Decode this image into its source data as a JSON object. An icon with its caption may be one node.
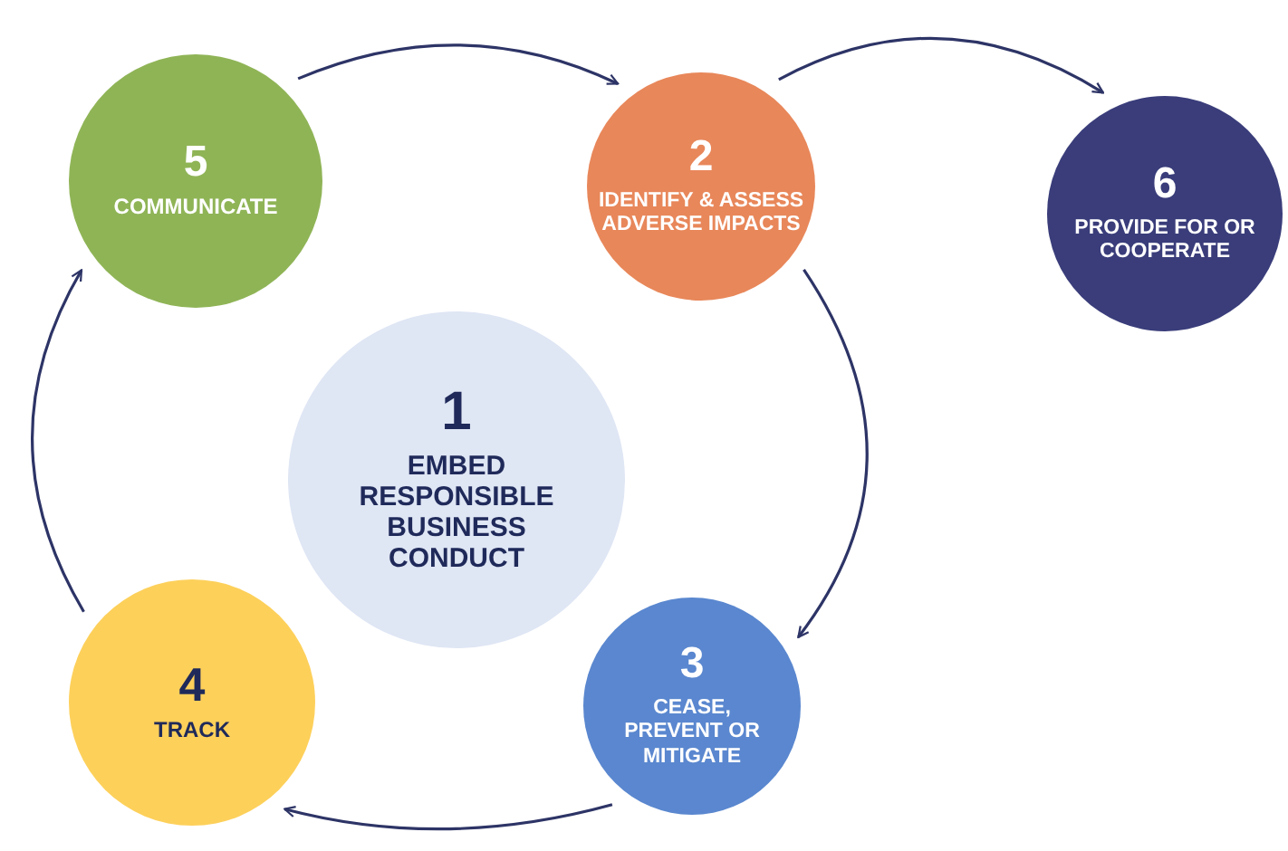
{
  "diagram": {
    "nodes": [
      {
        "text": [
          "5",
          "COMMUNICATE"
        ]
      },
      {
        "text": [
          "2",
          "IDENTIFY & ASSESS ADVERSE IMPACTS"
        ]
      },
      {
        "text": [
          "6",
          "PROVIDE FOR OR COOPERATE"
        ]
      },
      {
        "text": [
          "1",
          "EMBED RESPONSIBLE BUSINESS CONDUCT"
        ]
      },
      {
        "text": [
          "4",
          "TRACK"
        ]
      },
      {
        "text": [
          "3",
          "CEASE, PREVENT OR MITIGATE"
        ]
      }
    ],
    "edges": [
      {
        "from": 0,
        "to": 1,
        "arrow": "to"
      },
      {
        "from": 1,
        "to": 2,
        "arrow": "to"
      },
      {
        "from": 1,
        "to": 5,
        "arrow": "to"
      },
      {
        "from": 5,
        "to": 4,
        "arrow": "to"
      },
      {
        "from": 4,
        "to": 0,
        "arrow": "to"
      }
    ]
  }
}
